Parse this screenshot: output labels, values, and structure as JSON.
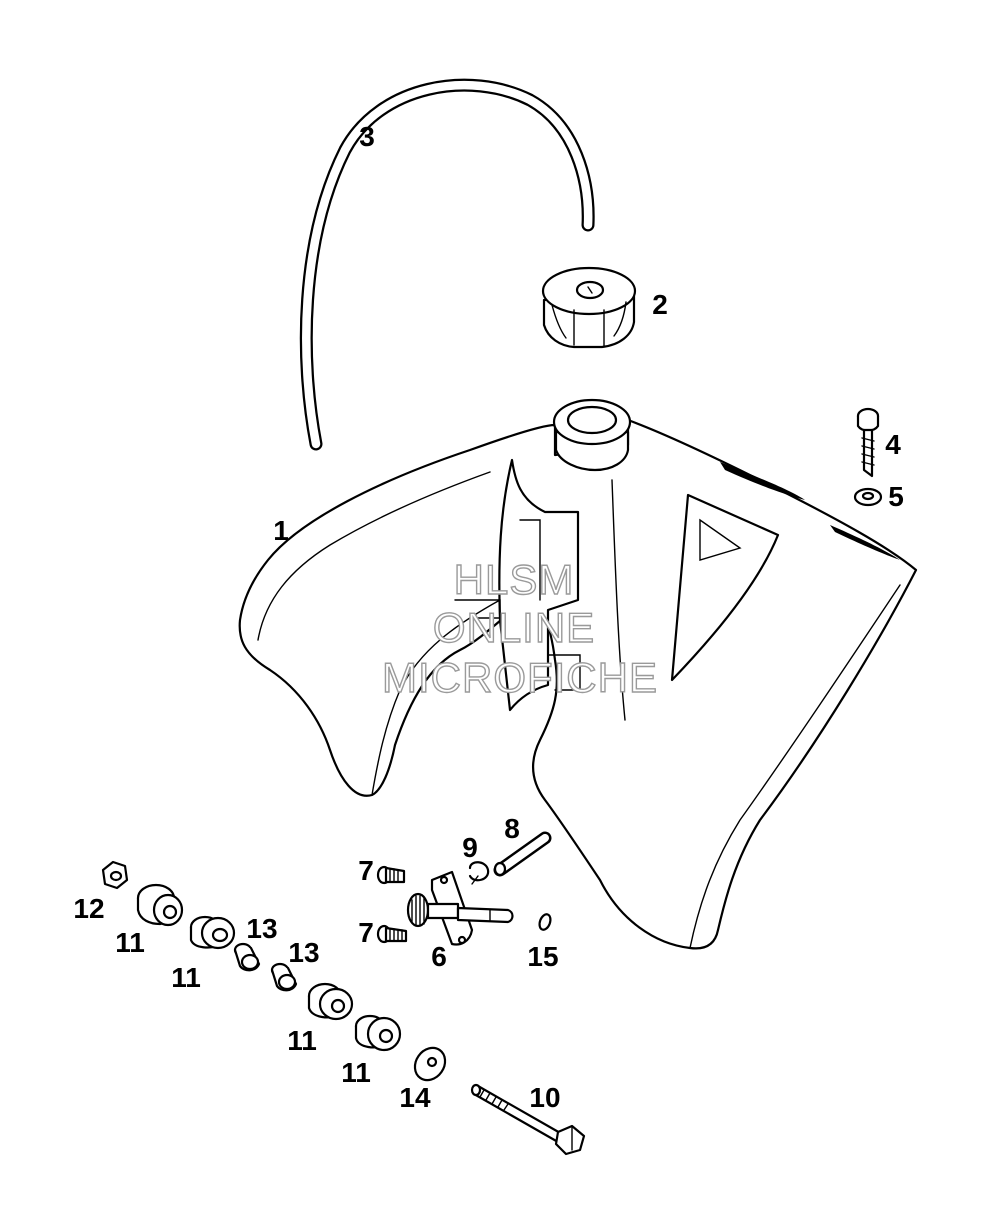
{
  "watermark": {
    "line1": "HLSM",
    "line2": "ONLINE",
    "line3": "MICROFICHE"
  },
  "callouts": [
    {
      "id": "c1",
      "text": "1"
    },
    {
      "id": "c2",
      "text": "2"
    },
    {
      "id": "c3",
      "text": "3"
    },
    {
      "id": "c4",
      "text": "4"
    },
    {
      "id": "c5",
      "text": "5"
    },
    {
      "id": "c6",
      "text": "6"
    },
    {
      "id": "c7a",
      "text": "7"
    },
    {
      "id": "c7b",
      "text": "7"
    },
    {
      "id": "c8",
      "text": "8"
    },
    {
      "id": "c9",
      "text": "9"
    },
    {
      "id": "c10",
      "text": "10"
    },
    {
      "id": "c11a",
      "text": "11"
    },
    {
      "id": "c11b",
      "text": "11"
    },
    {
      "id": "c11c",
      "text": "11"
    },
    {
      "id": "c11d",
      "text": "11"
    },
    {
      "id": "c12",
      "text": "12"
    },
    {
      "id": "c13a",
      "text": "13"
    },
    {
      "id": "c13b",
      "text": "13"
    },
    {
      "id": "c14",
      "text": "14"
    },
    {
      "id": "c15",
      "text": "15"
    }
  ],
  "colors": {
    "line": "#000000",
    "background": "#ffffff",
    "watermark_outline": "#9a9a9a"
  }
}
